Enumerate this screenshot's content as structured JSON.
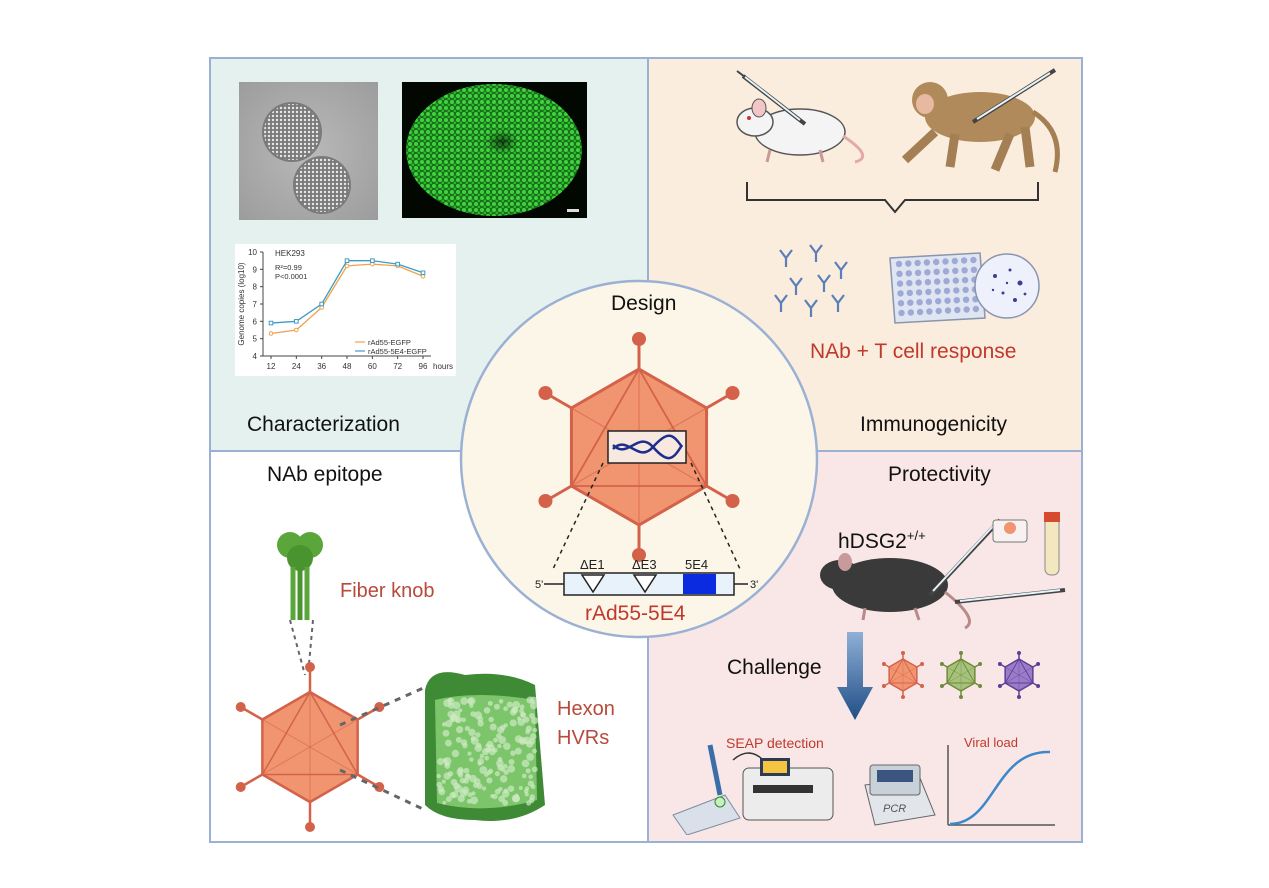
{
  "labels": {
    "characterization": "Characterization",
    "immunogenicity": "Immunogenicity",
    "nab_epitope": "NAb epitope",
    "protectivity": "Protectivity",
    "design": "Design",
    "nab_tcell": "NAb + T cell response",
    "fiber_knob": "Fiber knob",
    "hexon": "Hexon",
    "hvrs": "HVRs",
    "construct": "rAd55-5E4",
    "hdsg2": "hDSG2",
    "hdsg2_sup": "+/+",
    "challenge": "Challenge",
    "seap": "SEAP detection",
    "viral_load": "Viral load",
    "pcr": "PCR"
  },
  "genome": {
    "five_prime": "5'",
    "three_prime": "3'",
    "e1": "ΔE1",
    "e3": "ΔE3",
    "e4": "5E4"
  },
  "chart_data": {
    "type": "line",
    "title": "HEK293",
    "annotations": [
      "R²=0.99",
      "P<0.0001"
    ],
    "ylabel": "Genome copies (log10)",
    "xlabel": "hours",
    "x": [
      12,
      24,
      36,
      48,
      60,
      72,
      96
    ],
    "ylim": [
      4,
      10
    ],
    "yticks": [
      4,
      5,
      6,
      7,
      8,
      9,
      10
    ],
    "series": [
      {
        "name": "rAd55-EGFP",
        "color": "#f0a04b",
        "values": [
          5.3,
          5.5,
          6.8,
          9.2,
          9.3,
          9.2,
          8.6
        ]
      },
      {
        "name": "rAd55-5E4-EGFP",
        "color": "#3d9cc4",
        "values": [
          5.9,
          6.0,
          7.0,
          9.5,
          9.5,
          9.3,
          8.8
        ]
      }
    ]
  },
  "colors": {
    "virus": "#f0956f",
    "virus_stroke": "#d4624a",
    "red_text": "#c0392b",
    "border": "#9bb1d4"
  }
}
